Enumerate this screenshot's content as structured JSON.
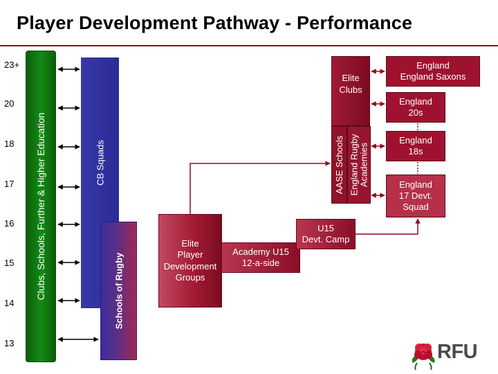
{
  "title": "Player Development Pathway - Performance",
  "ages": [
    "23+",
    "20",
    "18",
    "17",
    "16",
    "15",
    "14",
    "13"
  ],
  "bars": {
    "clubs": "Clubs, Schools, Further & Higher Education",
    "cb_squads": "CB Squads",
    "schools_of_rugby": "Schools of Rugby"
  },
  "boxes": {
    "elite_pdg": [
      "Elite",
      "Player",
      "Development",
      "Groups"
    ],
    "academy": [
      "Academy U15",
      "12-a-side"
    ],
    "u15": [
      "U15",
      "Devt. Camp"
    ],
    "elite_clubs": [
      "Elite",
      "Clubs"
    ],
    "aase": "AASE Schools",
    "era": [
      "England Rugby",
      "Academies"
    ],
    "eng_saxons": [
      "England",
      "England Saxons"
    ],
    "eng_20": [
      "England",
      "20s"
    ],
    "eng_18": [
      "England",
      "18s"
    ],
    "eng_17": [
      "England",
      "17 Devt.",
      "Squad"
    ]
  },
  "logo": {
    "text": "RFU",
    "icon": "red-rose-icon"
  },
  "colors": {
    "accent": "#8b0a1c",
    "green": "#138a13",
    "blue": "#2b2b96",
    "maroon": "#9e1230"
  }
}
